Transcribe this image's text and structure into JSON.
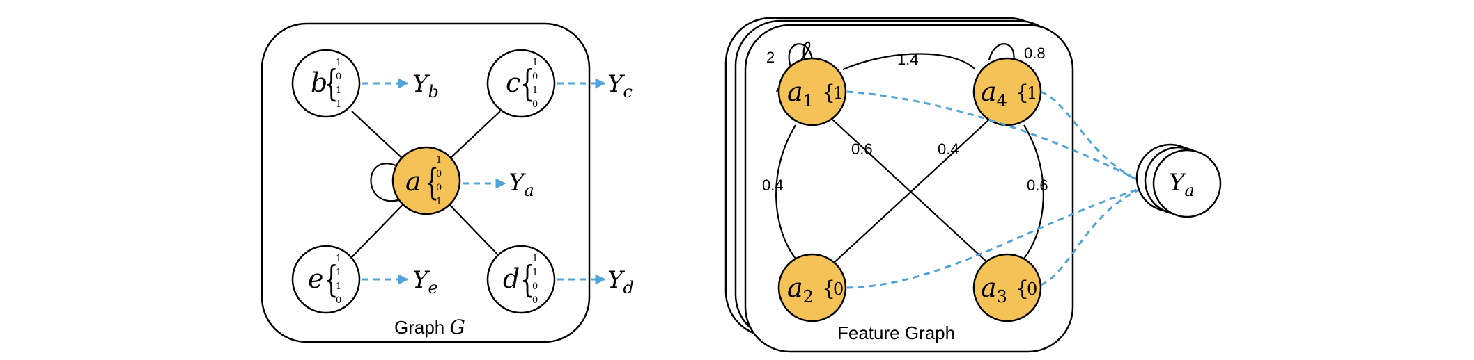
{
  "colors": {
    "highlight": "#f5c257",
    "dashed": "#4fa3d8"
  },
  "graph_g": {
    "caption": {
      "text": "Graph ",
      "var": "G"
    },
    "nodes": {
      "b": {
        "label": "b",
        "bits": [
          "1",
          "0",
          "1",
          "1"
        ],
        "y": {
          "letter": "Y",
          "sub": "b"
        }
      },
      "c": {
        "label": "c",
        "bits": [
          "1",
          "0",
          "1",
          "0"
        ],
        "y": {
          "letter": "Y",
          "sub": "c"
        }
      },
      "a": {
        "label": "a",
        "bits": [
          "1",
          "0",
          "0",
          "1"
        ],
        "y": {
          "letter": "Y",
          "sub": "a"
        }
      },
      "e": {
        "label": "e",
        "bits": [
          "1",
          "1",
          "1",
          "0"
        ],
        "y": {
          "letter": "Y",
          "sub": "e"
        }
      },
      "d": {
        "label": "d",
        "bits": [
          "1",
          "1",
          "0",
          "0"
        ],
        "y": {
          "letter": "Y",
          "sub": "d"
        }
      }
    }
  },
  "feature_graph": {
    "caption": "Feature Graph",
    "nodes": {
      "a1": {
        "letter": "a",
        "sub": "1",
        "value": "1"
      },
      "a4": {
        "letter": "a",
        "sub": "4",
        "value": "1"
      },
      "a2": {
        "letter": "a",
        "sub": "2",
        "value": "0"
      },
      "a3": {
        "letter": "a",
        "sub": "3",
        "value": "0"
      }
    },
    "weights": {
      "a1_self": "2",
      "a4_self": "0.8",
      "a1_a4": "1.4",
      "a1_a2": "0.4",
      "a4_a3": "0.6",
      "a1_a3": "0.6",
      "a4_a2": "0.4"
    },
    "output": {
      "letter": "Y",
      "sub": "a"
    }
  }
}
